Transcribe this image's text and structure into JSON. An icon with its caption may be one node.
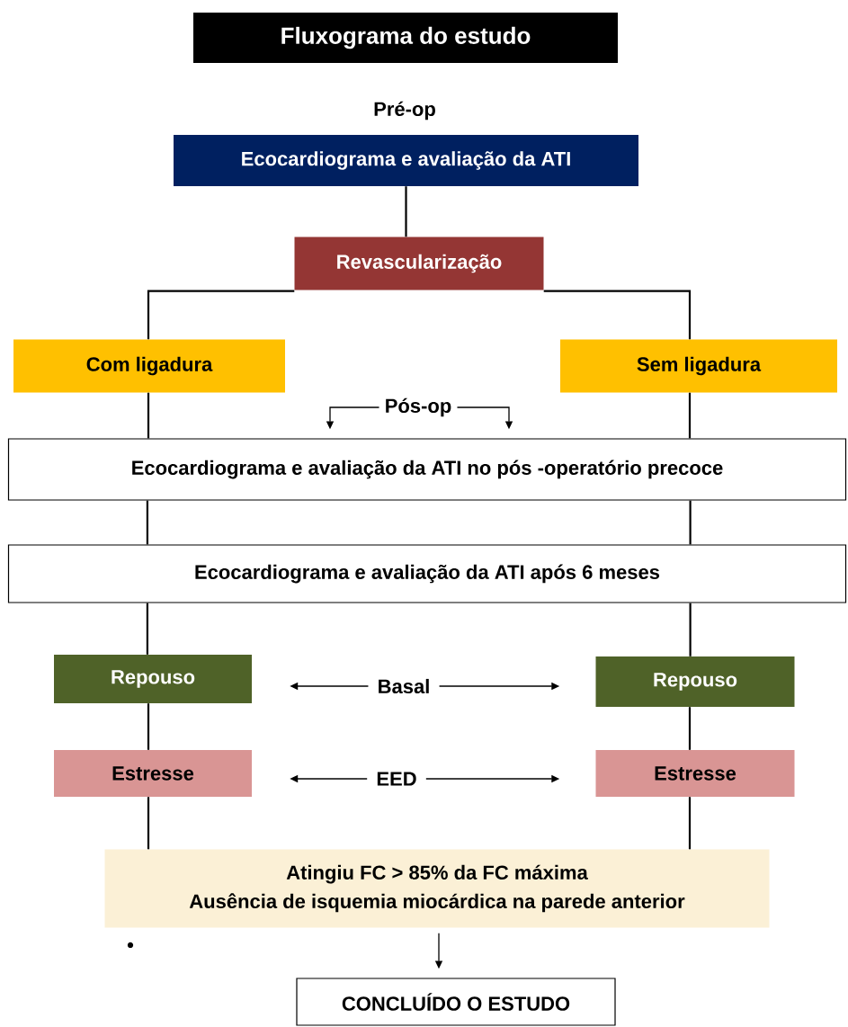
{
  "diagram": {
    "title": "Fluxograma do estudo",
    "nodes": [
      {
        "text": [
          "Ecocardiograma e avaliação da ATI"
        ]
      },
      {
        "text": [
          "Revascularização"
        ]
      },
      {
        "text": [
          "Com ligadura"
        ]
      },
      {
        "text": [
          "Sem ligadura"
        ]
      },
      {
        "text": [
          "Ecocardiograma e avaliação da ATI no pós -operatório precoce"
        ]
      },
      {
        "text": [
          "Ecocardiograma e avaliação da ATI após 6 meses"
        ]
      },
      {
        "text": [
          "Repouso"
        ]
      },
      {
        "text": [
          "Repouso"
        ]
      },
      {
        "text": [
          "Estresse"
        ]
      },
      {
        "text": [
          "Estresse"
        ]
      },
      {
        "text": [
          "Atingiu FC > 85% da FC máxima",
          "Ausência de isquemia miocárdica na parede anterior"
        ]
      },
      {
        "text": [
          "CONCLUÍDO O ESTUDO"
        ]
      },
      {
        "text": [
          "Basal"
        ]
      },
      {
        "text": [
          "EED"
        ]
      },
      {
        "text": [
          "Pós-op"
        ]
      }
    ],
    "edges": [
      {
        "from": 0,
        "to": 1,
        "arrow": "none"
      },
      {
        "from": 1,
        "to": 2,
        "arrow": "none"
      },
      {
        "from": 1,
        "to": 3,
        "arrow": "none"
      },
      {
        "from": 2,
        "to": 4,
        "arrow": "none"
      },
      {
        "from": 3,
        "to": 4,
        "arrow": "none"
      },
      {
        "from": 4,
        "to": 5,
        "arrow": "none"
      },
      {
        "from": 4,
        "to": 5,
        "arrow": "none"
      },
      {
        "from": 5,
        "to": 6,
        "arrow": "none"
      },
      {
        "from": 5,
        "to": 7,
        "arrow": "none"
      },
      {
        "from": 6,
        "to": 8,
        "arrow": "none"
      },
      {
        "from": 7,
        "to": 9,
        "arrow": "none"
      },
      {
        "from": 8,
        "to": 10,
        "arrow": "none"
      },
      {
        "from": 9,
        "to": 10,
        "arrow": "none"
      },
      {
        "from": 10,
        "to": 11,
        "arrow": "to"
      },
      {
        "from": 14,
        "to": 4,
        "arrow": "to"
      },
      {
        "from": 14,
        "to": 4,
        "arrow": "to"
      },
      {
        "from": 12,
        "to": 6,
        "arrow": "to"
      },
      {
        "from": 12,
        "to": 7,
        "arrow": "to"
      },
      {
        "from": 13,
        "to": 8,
        "arrow": "to"
      },
      {
        "from": 13,
        "to": 9,
        "arrow": "to"
      }
    ],
    "labels": [
      "Pré-op",
      "•"
    ]
  }
}
